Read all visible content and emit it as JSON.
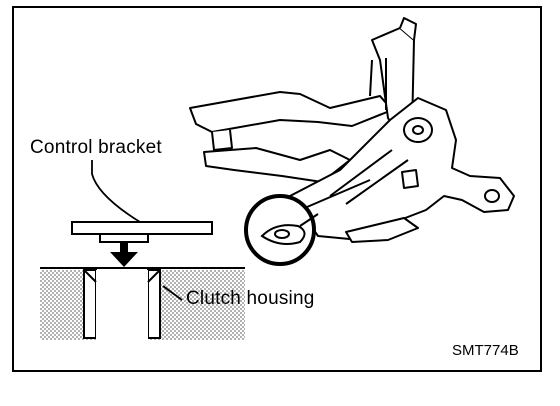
{
  "labels": {
    "control_bracket": "Control bracket",
    "clutch_housing": "Clutch housing",
    "figure_code": "SMT774B"
  },
  "colors": {
    "ink": "#000000",
    "stipple": "#9a9a9a",
    "paper": "#ffffff"
  }
}
